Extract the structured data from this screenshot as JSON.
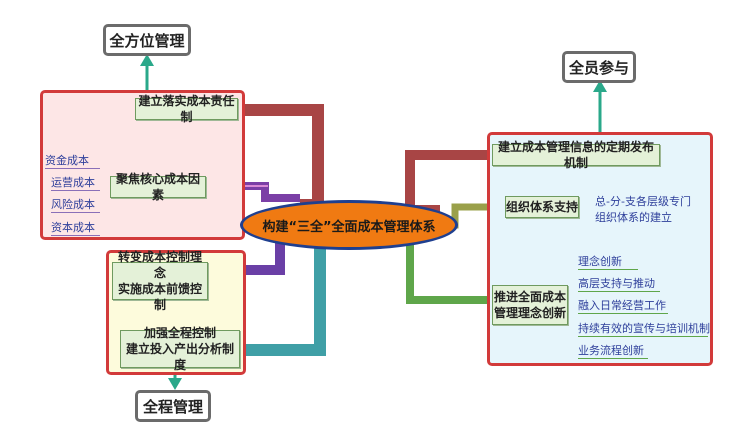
{
  "center": "构建“三全”全面成本管理体系",
  "tags": {
    "top_left": "全方位管理",
    "top_right": "全员参与",
    "bottom_left": "全程管理"
  },
  "left": {
    "node1": "建立落实成本责任制",
    "node2": "聚焦核心成本因素",
    "node2_leaves": [
      "资金成本",
      "运营成本",
      "风险成本",
      "资本成本"
    ],
    "node3_line1": "转变成本控制理念",
    "node3_line2": "实施成本前馈控制",
    "node4_line1": "加强全程控制",
    "node4_line2": "建立投入产出分析制度"
  },
  "right": {
    "node1": "建立成本管理信息的定期发布机制",
    "node2": "组织体系支持",
    "node2_leaf_line1": "总-分-支各层级专门",
    "node2_leaf_line2": "组织体系的建立",
    "node3_line1": "推进全面成本",
    "node3_line2": "管理理念创新",
    "node3_leaves": [
      "理念创新",
      "高层支持与推动",
      "融入日常经营工作",
      "持续有效的宣传与培训机制",
      "业务流程创新"
    ]
  },
  "colors": {
    "panel_border": "#d23a3a",
    "arrow": "#2aa88a",
    "center_fill": "#f07a12",
    "center_border": "#1f3f8f",
    "branch_red": "#a84545",
    "branch_purple": "#7b3fa6",
    "branch_teal": "#3f9fa6",
    "branch_olive": "#9aa04a",
    "branch_green": "#5fa64a"
  }
}
